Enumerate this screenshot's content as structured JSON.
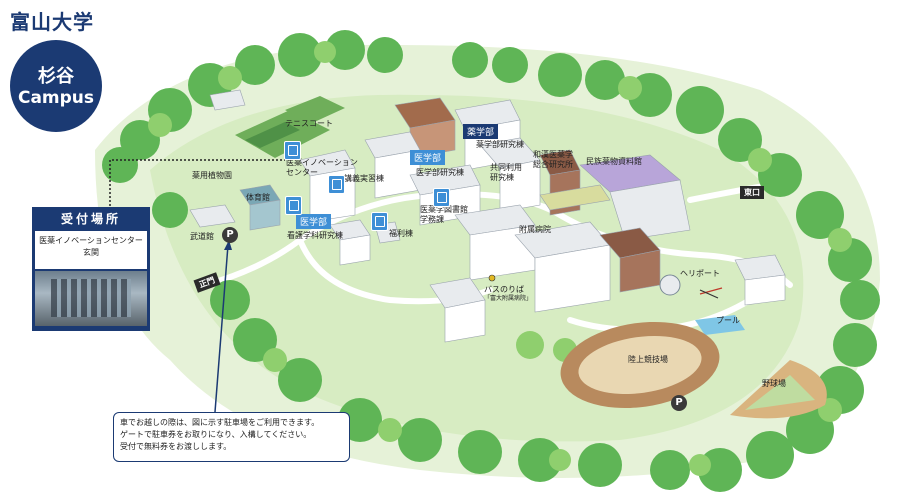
{
  "header": {
    "title": "富山大学",
    "campus_line1": "杉谷",
    "campus_line2": "Campus"
  },
  "reception": {
    "heading": "受付場所",
    "building": "医薬イノベーションセンター",
    "entrance": "玄関"
  },
  "notice": {
    "line1": "車でお越しの際は、図に示す駐車場をご利用できます。",
    "line2": "ゲートで駐車券をお取りになり、入構してください。",
    "line3": "受付で無料券をお渡しします。"
  },
  "gates": {
    "main": "正門",
    "back": "東口"
  },
  "badges": {
    "pharmacy": "薬学部",
    "medicine1": "医学部",
    "medicine2": "医学部"
  },
  "labels": {
    "tennis": "テニスコート",
    "botanical": "薬用植物園",
    "gym": "体育館",
    "budokan": "武道館",
    "innovation": "医薬イノベーション\nセンター",
    "lecture": "講義実習棟",
    "nursing": "看護学科研究棟",
    "welfare": "福利棟",
    "med_research": "医学部研究棟",
    "library": "医薬学図書館\n学務課",
    "hospital": "附属病院",
    "bus": "バスのりば",
    "bus_sub": "「富大附属病院」",
    "pharm_research": "薬学部研究棟",
    "joint": "共同利用\n研究棟",
    "wakan": "和漢医薬学\n総合研究所",
    "museum": "民族薬物資料館",
    "heliport": "ヘリポート",
    "pool": "プール",
    "track": "陸上競技場",
    "baseball": "野球場"
  },
  "parking": {
    "symbol": "P"
  },
  "colors": {
    "navy": "#1b3a73",
    "accent_blue": "#3e8fd6",
    "grass": "#cfe8b4",
    "tree": "#5fb556"
  }
}
